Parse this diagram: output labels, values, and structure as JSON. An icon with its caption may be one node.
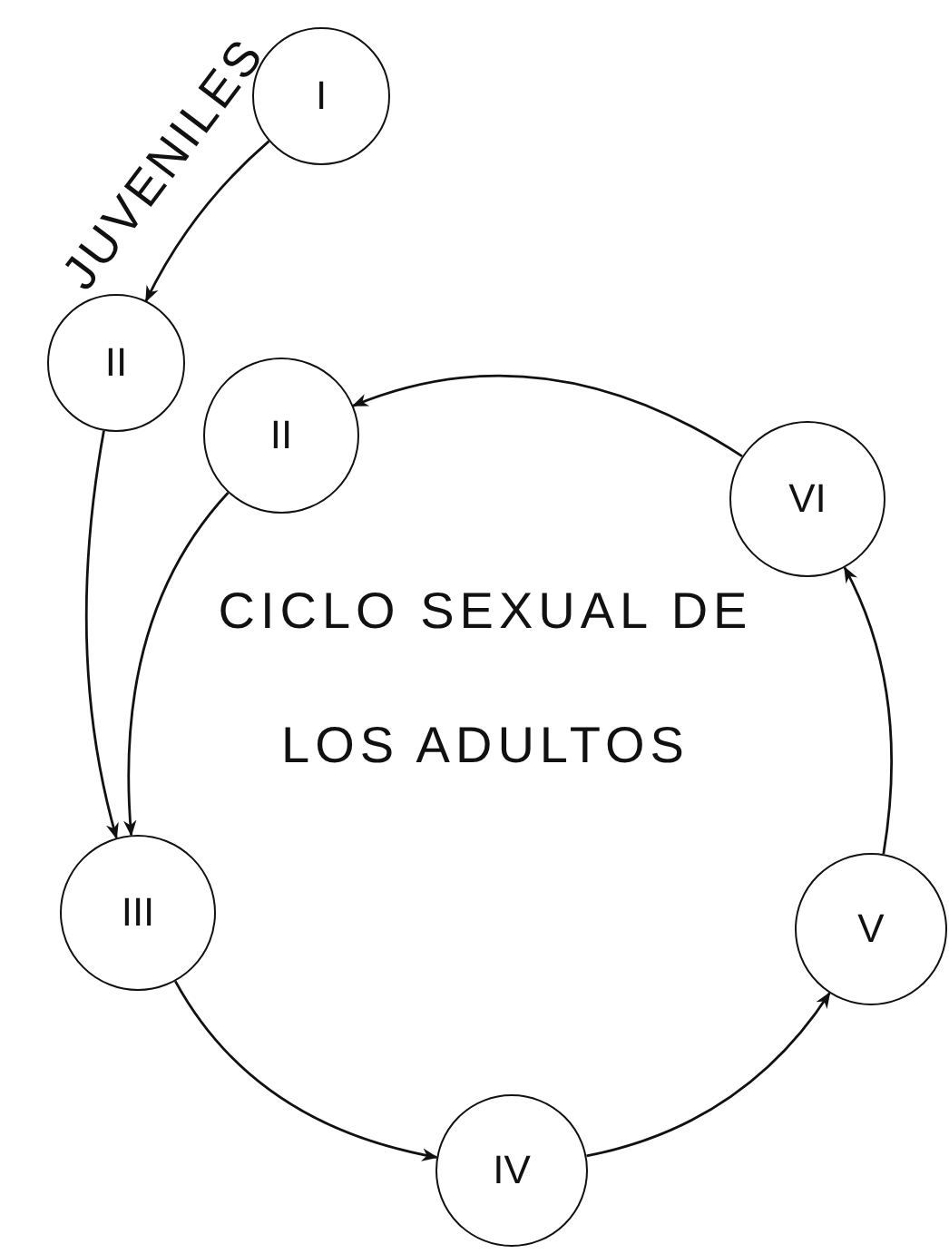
{
  "diagram": {
    "nodes": [
      {
        "text": [
          "I"
        ]
      },
      {
        "text": [
          "II"
        ]
      },
      {
        "text": [
          "II"
        ]
      },
      {
        "text": [
          "VI"
        ]
      },
      {
        "text": [
          "III"
        ]
      },
      {
        "text": [
          "IV"
        ]
      },
      {
        "text": [
          "V"
        ]
      }
    ],
    "edges": [
      {
        "from": 0,
        "to": 1,
        "arrow": "to"
      },
      {
        "from": 1,
        "to": 4,
        "arrow": "to"
      },
      {
        "from": 2,
        "to": 4,
        "arrow": "to"
      },
      {
        "from": 4,
        "to": 5,
        "arrow": "to"
      },
      {
        "from": 5,
        "to": 6,
        "arrow": "to"
      },
      {
        "from": 6,
        "to": 3,
        "arrow": "to"
      },
      {
        "from": 3,
        "to": 2,
        "arrow": "to"
      }
    ],
    "labels": [
      "JUVENILES",
      "CICLO SEXUAL DE LOS ADULTOS"
    ]
  }
}
